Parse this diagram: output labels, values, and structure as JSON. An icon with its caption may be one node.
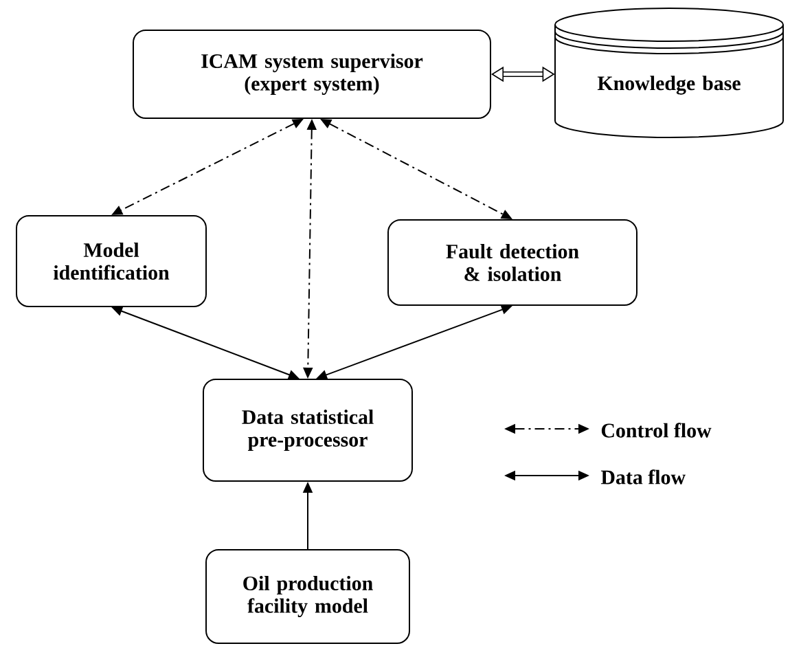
{
  "diagram": {
    "nodes": [
      {
        "text": [
          "ICAM system supervisor (expert system)"
        ]
      },
      {
        "text": [
          "Knowledge base"
        ]
      },
      {
        "text": [
          "Model identification"
        ]
      },
      {
        "text": [
          "Fault detection & isolation"
        ]
      },
      {
        "text": [
          "Data statistical pre-processor"
        ]
      },
      {
        "text": [
          "Oil production facility model"
        ]
      }
    ],
    "edges": [
      {
        "from": 0,
        "to": 1,
        "arrow": "both",
        "style": "thick"
      },
      {
        "from": 0,
        "to": 2,
        "arrow": "both",
        "style": "dashed"
      },
      {
        "from": 0,
        "to": 4,
        "arrow": "both",
        "style": "dashed"
      },
      {
        "from": 0,
        "to": 3,
        "arrow": "both",
        "style": "dashed"
      },
      {
        "from": 2,
        "to": 4,
        "arrow": "both"
      },
      {
        "from": 3,
        "to": 4,
        "arrow": "both"
      },
      {
        "from": 5,
        "to": 4,
        "arrow": "to"
      }
    ],
    "legend": [
      {
        "text": "Control flow"
      },
      {
        "text": "Data flow"
      }
    ]
  }
}
